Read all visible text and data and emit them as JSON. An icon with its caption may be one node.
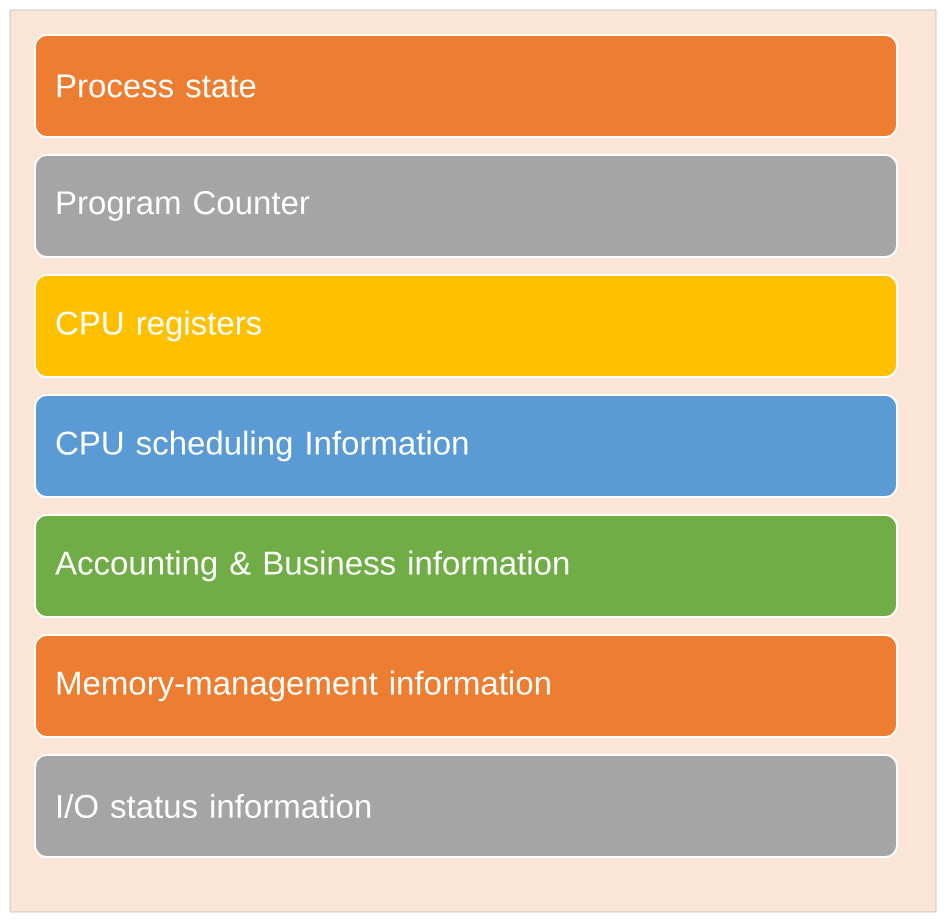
{
  "diagram": {
    "nodes": [
      {
        "text": [
          "Process state"
        ]
      },
      {
        "text": [
          "Program Counter"
        ]
      },
      {
        "text": [
          "CPU registers"
        ]
      },
      {
        "text": [
          "CPU scheduling Information"
        ]
      },
      {
        "text": [
          "Accounting & Business information"
        ]
      },
      {
        "text": [
          "Memory-management information"
        ]
      },
      {
        "text": [
          "I/O status information"
        ]
      }
    ]
  }
}
